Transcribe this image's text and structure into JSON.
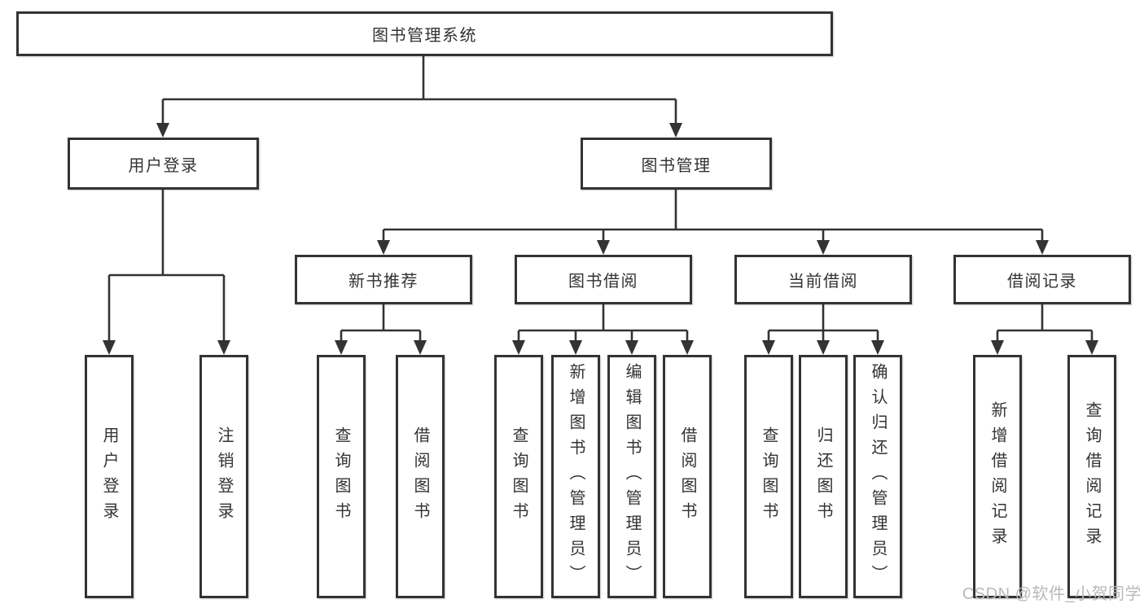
{
  "colors": {
    "line": "#333333",
    "text": "#333333",
    "background": "#ffffff",
    "watermark": "#b9b9b9"
  },
  "watermark": "CSDN @软件_小贺同学",
  "tree": {
    "label": "图书管理系统",
    "children": [
      {
        "label": "用户登录",
        "children": [
          {
            "label": "用户登录"
          },
          {
            "label": "注销登录"
          }
        ]
      },
      {
        "label": "图书管理",
        "children": [
          {
            "label": "新书推荐",
            "children": [
              {
                "label": "查询图书"
              },
              {
                "label": "借阅图书"
              }
            ]
          },
          {
            "label": "图书借阅",
            "children": [
              {
                "label": "查询图书"
              },
              {
                "label": "新增图书（管理员）"
              },
              {
                "label": "编辑图书（管理员）"
              },
              {
                "label": "借阅图书"
              }
            ]
          },
          {
            "label": "当前借阅",
            "children": [
              {
                "label": "查询图书"
              },
              {
                "label": "归还图书"
              },
              {
                "label": "确认归还（管理员）"
              }
            ]
          },
          {
            "label": "借阅记录",
            "children": [
              {
                "label": "新增借阅记录"
              },
              {
                "label": "查询借阅记录"
              }
            ]
          }
        ]
      }
    ]
  }
}
